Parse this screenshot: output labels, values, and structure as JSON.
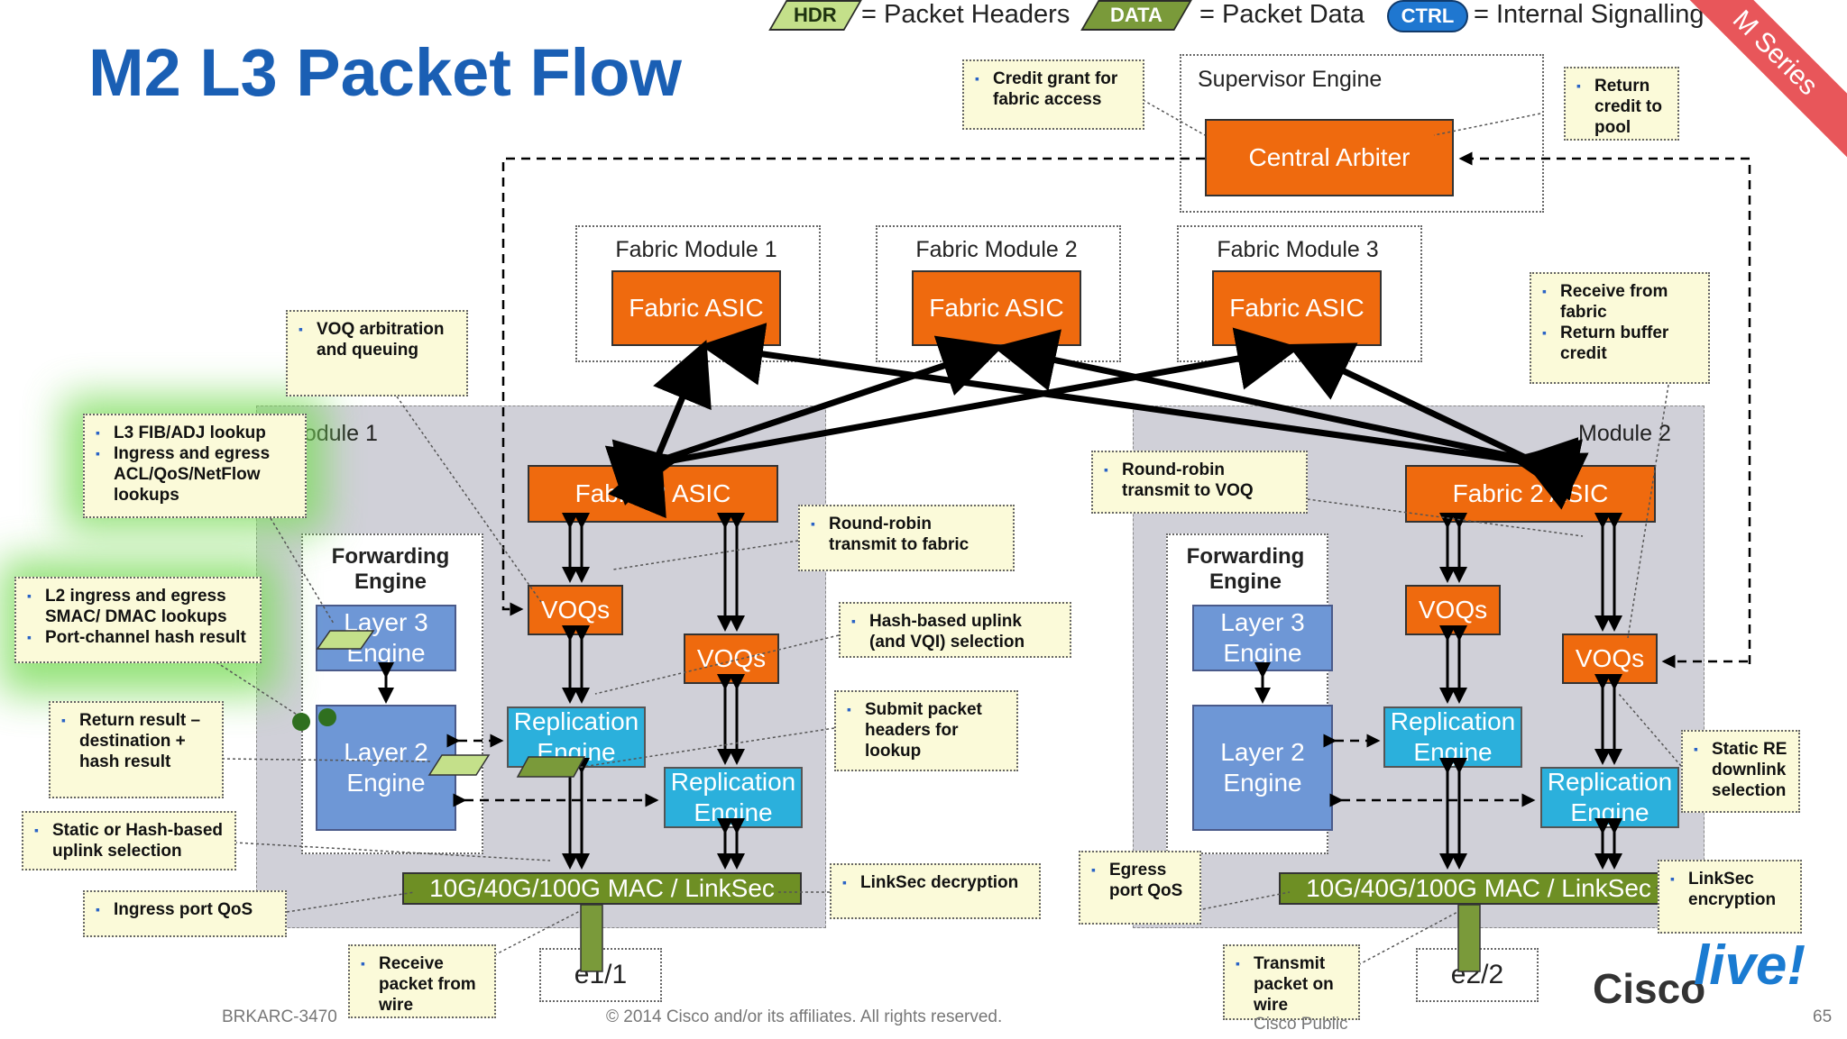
{
  "title": "M2 L3 Packet Flow",
  "legend": {
    "hdr": "HDR",
    "hdr_desc": "= Packet Headers",
    "data": "DATA",
    "data_desc": "= Packet Data",
    "ctrl": "CTRL",
    "ctrl_desc": "= Internal Signalling"
  },
  "ribbon": "M Series",
  "supervisor": {
    "label": "Supervisor Engine",
    "arbiter": "Central Arbiter"
  },
  "fabric_modules": [
    {
      "label": "Fabric Module 1",
      "asic": "Fabric ASIC"
    },
    {
      "label": "Fabric Module 2",
      "asic": "Fabric ASIC"
    },
    {
      "label": "Fabric Module 3",
      "asic": "Fabric ASIC"
    }
  ],
  "module1": {
    "label": "Module 1",
    "fabric2": "Fabric 2 ASIC",
    "fwd_engine": "Forwarding Engine",
    "l3_engine": "Layer 3 Engine",
    "l2_engine": "Layer 2 Engine",
    "voqs_a": "VOQs",
    "voqs_b": "VOQs",
    "repl_a": "Replication Engine",
    "repl_b": "Replication Engine",
    "mac": "10G/40G/100G MAC / LinkSec",
    "port": "e1/1"
  },
  "module2": {
    "label": "Module 2",
    "fabric2": "Fabric 2 ASIC",
    "fwd_engine": "Forwarding Engine",
    "l3_engine": "Layer 3 Engine",
    "l2_engine": "Layer 2 Engine",
    "voqs_a": "VOQs",
    "voqs_b": "VOQs",
    "repl_a": "Replication Engine",
    "repl_b": "Replication Engine",
    "mac": "10G/40G/100G MAC / LinkSec",
    "port": "e2/2"
  },
  "notes": {
    "credit_grant": [
      "Credit grant for fabric access"
    ],
    "return_credit": [
      "Return credit to pool"
    ],
    "voq_arb": [
      "VOQ arbitration and queuing"
    ],
    "l3_fib": [
      "L3 FIB/ADJ lookup",
      "Ingress and egress ACL/QoS/NetFlow lookups"
    ],
    "l2_ingress": [
      "L2 ingress and egress SMAC/ DMAC lookups",
      "Port-channel hash result"
    ],
    "return_result": [
      "Return result – destination + hash result"
    ],
    "static_hash": [
      "Static or Hash-based uplink selection"
    ],
    "ingress_qos": [
      "Ingress port QoS"
    ],
    "receive_wire": [
      "Receive packet from wire"
    ],
    "rr_fabric": [
      "Round-robin transmit to fabric"
    ],
    "hash_uplink": [
      "Hash-based uplink (and VQI) selection"
    ],
    "submit_hdr": [
      "Submit packet headers for lookup"
    ],
    "linksec_dec": [
      "LinkSec decryption"
    ],
    "rr_voq": [
      "Round-robin transmit to VOQ"
    ],
    "receive_fabric": [
      "Receive from fabric",
      "Return buffer credit"
    ],
    "static_re": [
      "Static RE downlink selection"
    ],
    "linksec_enc": [
      "LinkSec encryption"
    ],
    "egress_qos": [
      "Egress port QoS"
    ],
    "transmit_wire": [
      "Transmit packet on wire"
    ]
  },
  "footer": {
    "code": "BRKARC-3470",
    "copyright": "© 2014 Cisco and/or its affiliates. All rights reserved.",
    "public": "Cisco Public",
    "page": "65",
    "brand": "Cisco",
    "brand_live": "live!"
  }
}
